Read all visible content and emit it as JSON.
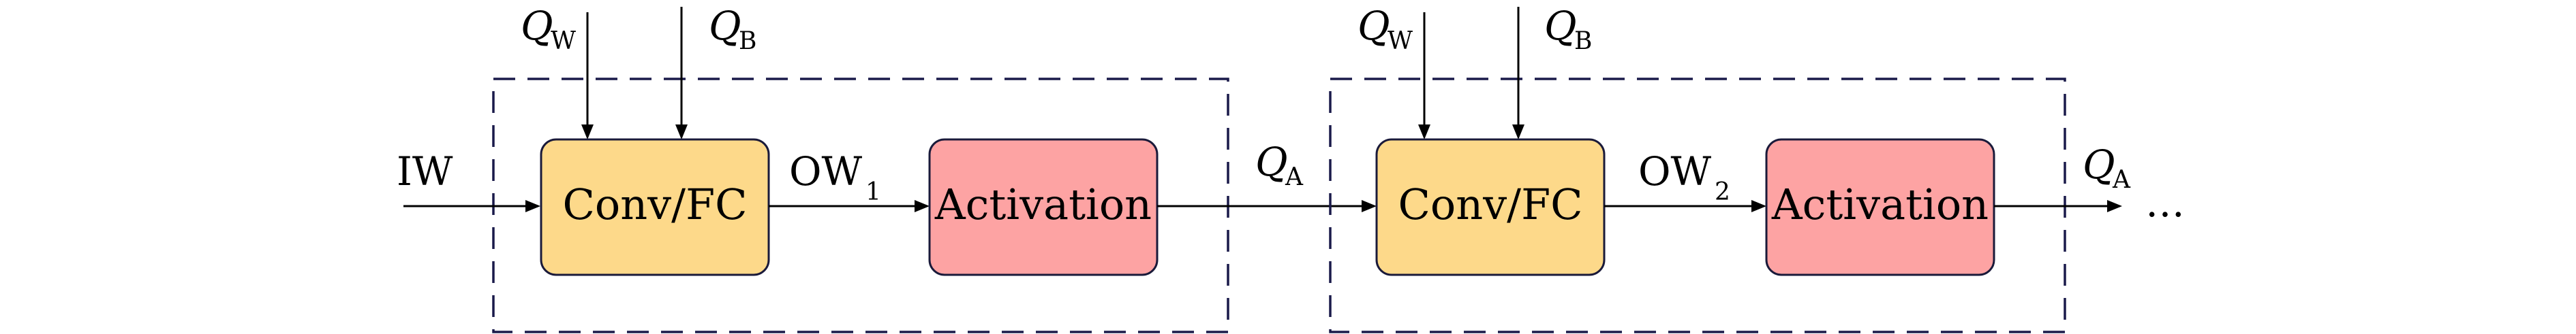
{
  "colors": {
    "conv_fill": "#FDD98A",
    "activation_fill": "#FDA3A3",
    "box_stroke": "#1a1a3a",
    "dashed_stroke": "#1a1a4a",
    "arrow": "#000000"
  },
  "input_label": "IW",
  "stages": [
    {
      "quant_weight": {
        "symbol": "Q",
        "sub": "W"
      },
      "quant_bias": {
        "symbol": "Q",
        "sub": "B"
      },
      "conv_label": "Conv/FC",
      "output_label": {
        "main": "OW",
        "sub": "1"
      },
      "activation_label": "Activation",
      "quant_activation": {
        "symbol": "Q",
        "sub": "A"
      }
    },
    {
      "quant_weight": {
        "symbol": "Q",
        "sub": "W"
      },
      "quant_bias": {
        "symbol": "Q",
        "sub": "B"
      },
      "conv_label": "Conv/FC",
      "output_label": {
        "main": "OW",
        "sub": "2"
      },
      "activation_label": "Activation",
      "quant_activation": {
        "symbol": "Q",
        "sub": "A"
      }
    }
  ],
  "ellipsis": "…"
}
